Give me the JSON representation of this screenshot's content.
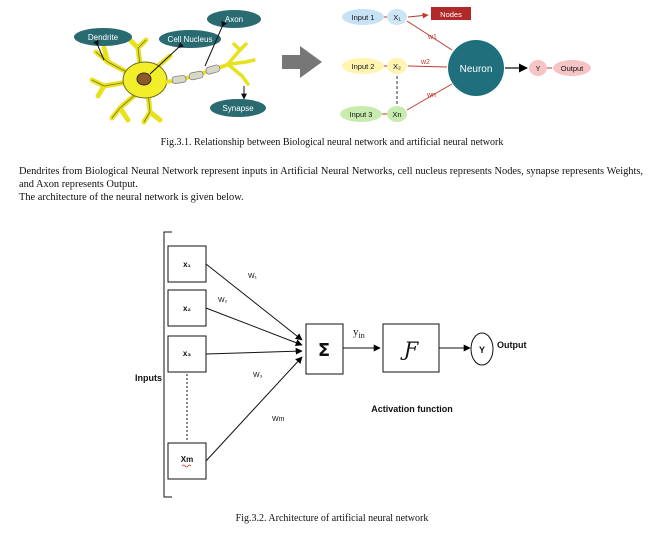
{
  "figure1": {
    "bio": {
      "dendrite": "Dendrite",
      "cell_nucleus": "Cell Nucleus",
      "axon": "Axon",
      "synapse": "Synapse"
    },
    "artificial": {
      "input1": "Input 1",
      "input2": "Input 2",
      "input3": "Input 3",
      "x1": "X₁",
      "x2": "X₂",
      "xn": "Xn",
      "nodes": "Nodes",
      "w1": "w1",
      "w2": "w2",
      "wn": "wn",
      "neuron": "Neuron",
      "y": "Y",
      "output": "Output"
    },
    "caption": "Fig.3.1. Relationship between Biological neural network and artificial neural network"
  },
  "paragraph": {
    "line1": "Dendrites from Biological Neural Network represent inputs in Artificial Neural Networks, cell nucleus represents Nodes, synapse represents Weights, and Axon represents Output.",
    "line2": "The architecture of the neural network is given below."
  },
  "figure2": {
    "inputs_label": "Inputs",
    "x1": "x₁",
    "x2": "x₂",
    "x3": "x₃",
    "xm": "Xm",
    "w1": "W₁",
    "w2": "W₂",
    "w3": "W₃",
    "wm": "Wm",
    "sigma": "Σ",
    "yin": "y",
    "yin_sub": "in",
    "f": "Ƒ",
    "y": "Y",
    "output": "Output",
    "activation": "Activation function",
    "caption": "Fig.3.2. Architecture of artificial neural network"
  },
  "colors": {
    "bio_label": "#2a6b72",
    "neuron": "#1f6f7d",
    "input_fill": "#c7e2f6",
    "input2_fill": "#fff4b0",
    "input3_fill": "#c8ecb0",
    "x_fill": "#cde6f6",
    "nodes_fill": "#b02a2a",
    "output_fill": "#f6c4c4",
    "arrow_gray": "#777777",
    "cell_yellow": "#f2ee2a"
  }
}
